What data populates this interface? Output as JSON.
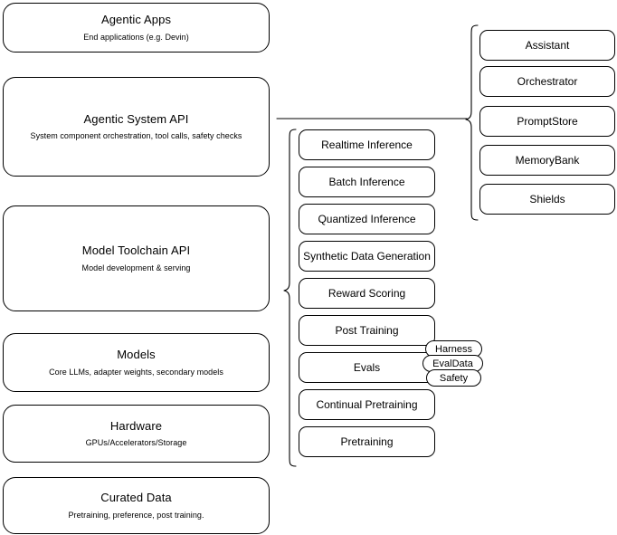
{
  "diagram": {
    "stroke_color": "#000000",
    "background_color": "#ffffff"
  },
  "layers": [
    {
      "title": "Agentic Apps",
      "subtitle": "End applications (e.g. Devin)"
    },
    {
      "title": "Agentic System API",
      "subtitle": "System component orchestration, tool calls, safety checks"
    },
    {
      "title": "Model Toolchain API",
      "subtitle": "Model development & serving"
    },
    {
      "title": "Models",
      "subtitle": "Core LLMs, adapter weights, secondary models"
    },
    {
      "title": "Hardware",
      "subtitle": "GPUs/Accelerators/Storage"
    },
    {
      "title": "Curated Data",
      "subtitle": "Pretraining, preference, post training."
    }
  ],
  "toolchain_capabilities": [
    {
      "label": "Realtime Inference"
    },
    {
      "label": "Batch Inference"
    },
    {
      "label": "Quantized Inference"
    },
    {
      "label": "Synthetic Data Generation"
    },
    {
      "label": "Reward Scoring"
    },
    {
      "label": "Post Training"
    },
    {
      "label": "Evals"
    },
    {
      "label": "Continual Pretraining"
    },
    {
      "label": "Pretraining"
    }
  ],
  "eval_badges": [
    {
      "label": "Harness"
    },
    {
      "label": "EvalData"
    },
    {
      "label": "Safety"
    }
  ],
  "system_components": [
    {
      "label": "Assistant"
    },
    {
      "label": "Orchestrator"
    },
    {
      "label": "PromptStore"
    },
    {
      "label": "MemoryBank"
    },
    {
      "label": "Shields"
    }
  ]
}
